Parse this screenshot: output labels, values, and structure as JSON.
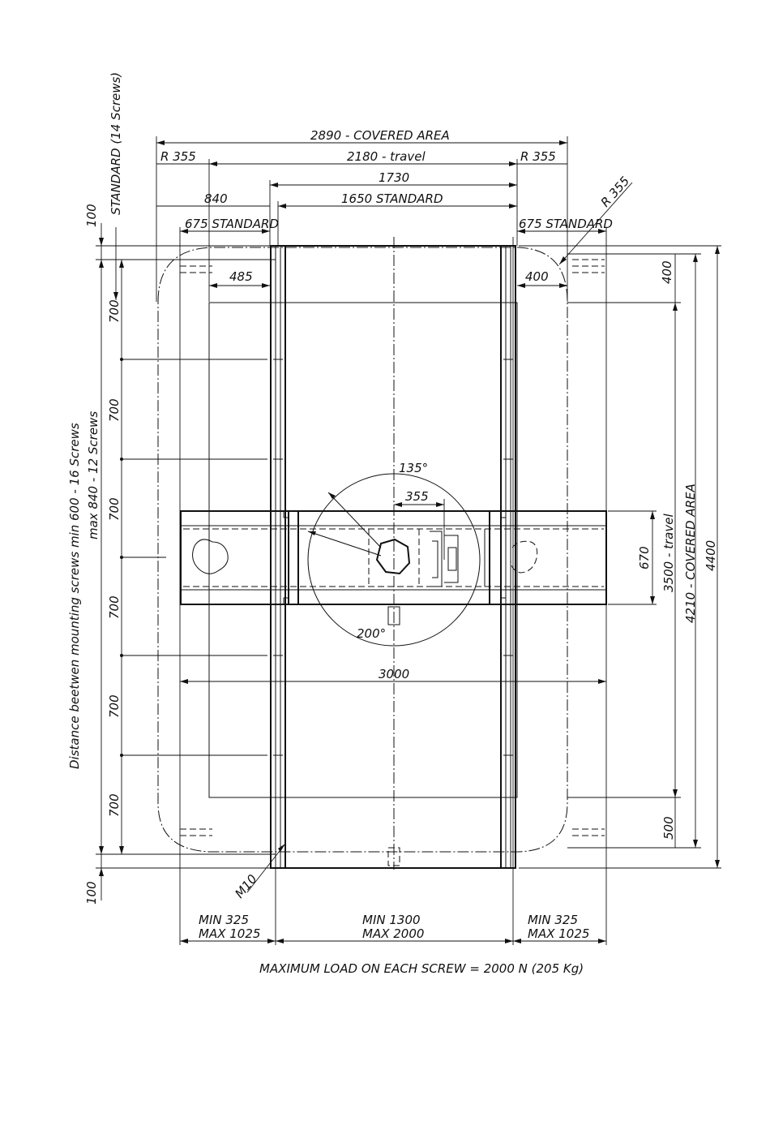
{
  "dimensions": {
    "covered_area_top": "2890 - COVERED AREA",
    "travel_top": "2180 - travel",
    "r355_left": "R 355",
    "r355_right": "R 355",
    "r355_diag": "R 355",
    "d1730": "1730",
    "d840": "840",
    "d1650": "1650 STANDARD",
    "d675_left": "675 STANDARD",
    "d675_right": "675 STANDARD",
    "d485": "485",
    "d400_left": "400",
    "d400_right": "400",
    "d100_top": "100",
    "d100_bottom": "100",
    "d700": [
      "700",
      "700",
      "700",
      "700",
      "700",
      "700"
    ],
    "d135": "135°",
    "d200": "200°",
    "d355_mid": "355",
    "d3000": "3000",
    "d670": "670",
    "travel_right": "3500 - travel",
    "covered_right": "4210 - COVERED AREA",
    "d4400": "4400",
    "d500": "500",
    "m10": "M10",
    "min_left": "MIN    325",
    "max_left": "MAX  1025",
    "min_mid": "MIN   1300",
    "max_mid": "MAX  2000",
    "min_right": "MIN    325",
    "max_right": "MAX  1025"
  },
  "notes": {
    "standard_screws": "STANDARD (14 Screws)",
    "distance_line1": "Distance beetwen mounting screws min 600 - 16 Screws",
    "distance_line2": "max 840 - 12 Screws",
    "max_load": "MAXIMUM LOAD ON EACH SCREW = 2000 N   (205 Kg)"
  }
}
